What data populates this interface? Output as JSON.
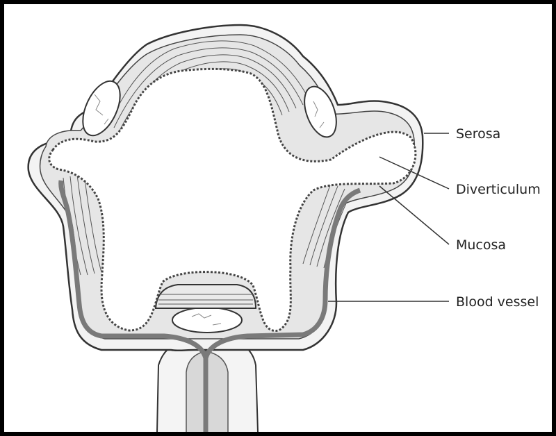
{
  "labels": {
    "serosa": "Serosa",
    "diverticulum": "Diverticulum",
    "mucosa": "Mucosa",
    "blood_vessel": "Blood vessel"
  },
  "colors": {
    "background": "#ffffff",
    "frame": "#000000",
    "outer_border": "#f2c94c",
    "line": "#333333",
    "vessel": "#7a7a7a",
    "wall_fill": "#e9e9e9"
  }
}
